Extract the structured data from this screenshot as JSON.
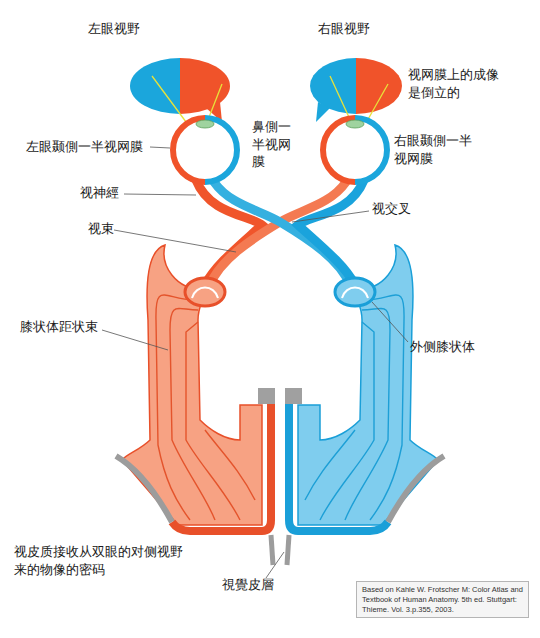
{
  "diagram": {
    "nodes": [
      {
        "text": [
          "Based on Kahle W. Frotscher M: Color Atlas and Textbook of Human Anatomy. 5th ed. Stuttgart: Thieme. Vol. 3.p.355, 2003."
        ]
      }
    ],
    "labels": [
      "左眼视野",
      "右眼视野",
      "视网膜上的成像是倒立的",
      "左眼颞側一半视网膜",
      "鼻側一半视网膜",
      "右眼颞側一半视网膜",
      "视神經",
      "视交叉",
      "视束",
      "膝状体距状束",
      "外侧膝状体",
      "视皮质接收从双眼的对侧视野来的物像的密码",
      "視覺皮層"
    ]
  }
}
